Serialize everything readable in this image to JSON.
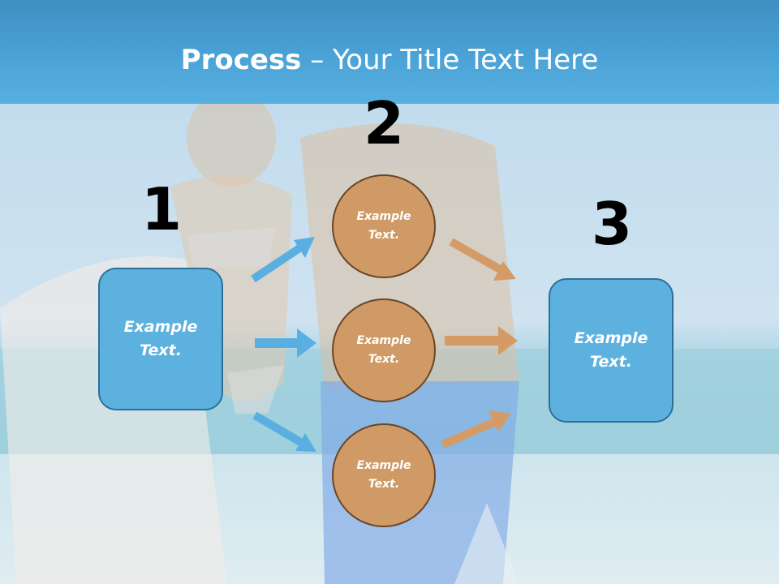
{
  "title": {
    "bold": "Process",
    "rest": " – Your Title Text Here"
  },
  "numbers": [
    "1",
    "2",
    "3"
  ],
  "left_box": {
    "text": "Example Text."
  },
  "right_box": {
    "text": "Example Text."
  },
  "circles": [
    {
      "text": "Example Text."
    },
    {
      "text": "Example Text."
    },
    {
      "text": "Example Text."
    }
  ],
  "colors": {
    "title_bar": "#4aa2d6",
    "box_fill": "#5db1df",
    "box_border": "#2e6f9a",
    "circle_fill": "#cf9a66",
    "circle_border": "#6b4526",
    "blue_arrow": "#5aafe0",
    "orange_arrow": "#d49b67"
  }
}
